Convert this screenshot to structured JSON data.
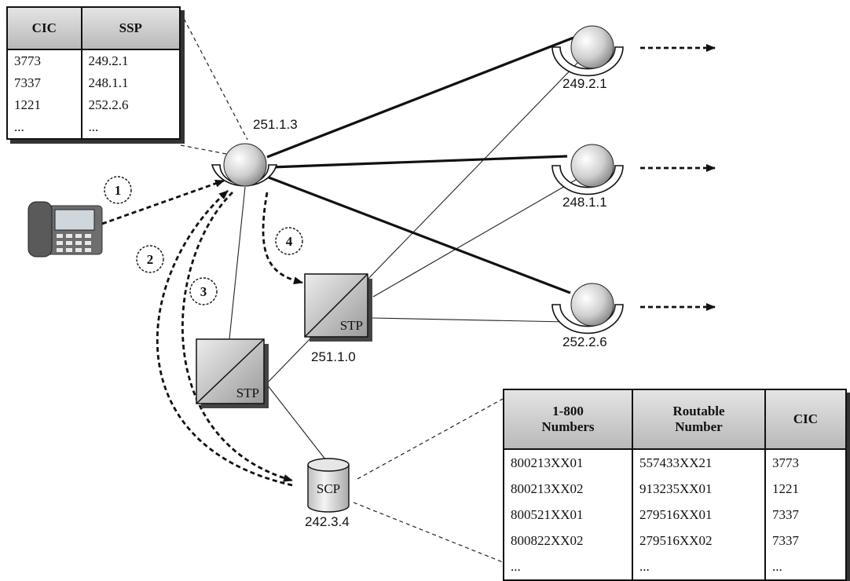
{
  "nodes": {
    "originating_ssp": "251.1.3",
    "ssp_1": "249.2.1",
    "ssp_2": "248.1.1",
    "ssp_3": "252.2.6",
    "stp_mated_label": "STP",
    "stp_lower_label": "STP",
    "stp_address": "251.1.0",
    "scp_label": "SCP",
    "scp_address": "242.3.4"
  },
  "steps": [
    "1",
    "2",
    "3",
    "4"
  ],
  "icons": {
    "phone": "desk-phone-icon",
    "ssp": "ssp-switch-icon",
    "stp": "stp-icon",
    "scp": "database-icon"
  },
  "cic_table": {
    "headers": [
      "CIC",
      "SSP"
    ],
    "rows": [
      [
        "3773",
        "249.2.1"
      ],
      [
        "7337",
        "248.1.1"
      ],
      [
        "1221",
        "252.2.6"
      ],
      [
        "...",
        "..."
      ]
    ]
  },
  "routing_table": {
    "headers": [
      "1-800\nNumbers",
      "Routable\nNumber",
      "CIC"
    ],
    "rows": [
      [
        "800213XX01",
        "557433XX21",
        "3773"
      ],
      [
        "800213XX02",
        "913235XX01",
        "1221"
      ],
      [
        "800521XX01",
        "279516XX01",
        "7337"
      ],
      [
        "800822XX02",
        "279516XX02",
        "7337"
      ],
      [
        "...",
        "...",
        "..."
      ]
    ]
  }
}
